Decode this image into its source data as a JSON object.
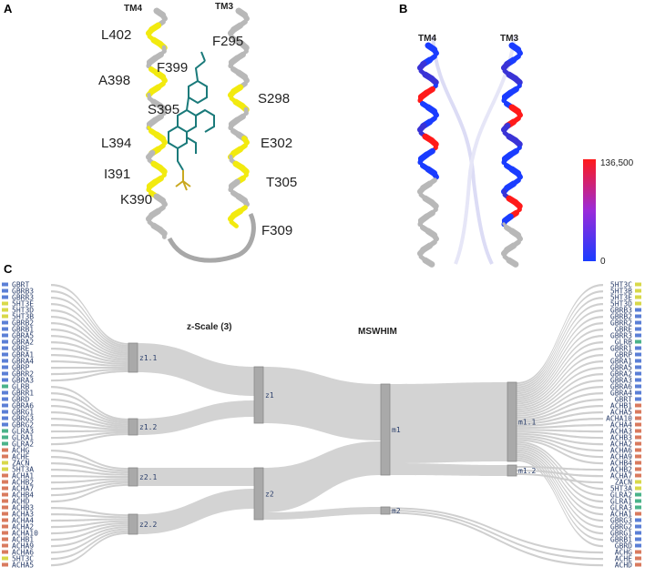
{
  "panels": {
    "a": "A",
    "b": "B",
    "c": "C"
  },
  "panel_a": {
    "helix_labels": [
      "TM4",
      "TM3"
    ],
    "residues_left": [
      "L402",
      "A398",
      "F399",
      "S395",
      "L394",
      "I391",
      "K390"
    ],
    "residues_right": [
      "F295",
      "S298",
      "E302",
      "T305",
      "F309"
    ],
    "highlight_color": "#f2ea0f",
    "helix_color": "#b8b8b8",
    "ligand_color": "#1a7a7a"
  },
  "panel_b": {
    "helix_labels": [
      "TM4",
      "TM3"
    ],
    "colorbar_max": "136,500",
    "colorbar_min": "0",
    "color_high": "#ff1a1a",
    "color_low": "#1a3cff"
  },
  "panel_c": {
    "stage_titles": [
      "z-Scale (3)",
      "MSWHIM"
    ],
    "left_nodes": [
      "z1.1",
      "z1.2",
      "z2.1",
      "z2.2"
    ],
    "mid_nodes": [
      "z1",
      "z2"
    ],
    "m_nodes": [
      "m1",
      "m2"
    ],
    "right_nodes": [
      "m1.1",
      "m1.2"
    ],
    "left_subunits": [
      "GBRT",
      "GBRB3",
      "GBRR3",
      "5HT3E",
      "5HT3D",
      "5HT3B",
      "GBRB2",
      "GBRB1",
      "GBRA5",
      "GBRA2",
      "GBRE",
      "GBRA1",
      "GBRA4",
      "GBRP",
      "GBRR2",
      "GBRA3",
      "GLRB",
      "GBRR1",
      "GBRD",
      "GBRA6",
      "GBRG1",
      "GBRG3",
      "GBRG2",
      "GLRA3",
      "GLRA1",
      "GLRA2",
      "ACHG",
      "ACHE",
      "ZACN",
      "5HT3A",
      "ACHA1",
      "ACHB2",
      "ACHA7",
      "ACHB4",
      "ACHD",
      "ACHB3",
      "ACHA3",
      "ACHA4",
      "ACHA2",
      "ACHA10",
      "ACHB1",
      "ACHA9",
      "ACHA6",
      "5HT3C",
      "ACHA5"
    ],
    "right_subunits": [
      "5HT3C",
      "5HT3B",
      "5HT3E",
      "5HT3D",
      "GBRB3",
      "GBRB2",
      "GBRR2",
      "GBRE",
      "GBRR3",
      "GLRB",
      "GBRR1",
      "GBRP",
      "GBRA1",
      "GBRA5",
      "GBRA2",
      "GBRA3",
      "GBRA6",
      "GBRA4",
      "GBRT",
      "ACHB1",
      "ACHA5",
      "ACHA10",
      "ACHA4",
      "ACHA3",
      "ACHB3",
      "ACHA2",
      "ACHA6",
      "ACHA9",
      "ACHB4",
      "ACHB2",
      "ACHA7",
      "ZACN",
      "5HT3A",
      "GLRA2",
      "GLRA1",
      "GLRA3",
      "ACHA1",
      "GBRG3",
      "GBRG2",
      "GBRG1",
      "GBRB1",
      "GBRD",
      "ACHG",
      "ACHE",
      "ACHD"
    ],
    "family_colors": {
      "GBR": "#5b7fd6",
      "5HT3": "#d8d84a",
      "GLR": "#4bb38a",
      "ACH": "#d97a5e",
      "ZACN": "#d8d84a"
    }
  }
}
